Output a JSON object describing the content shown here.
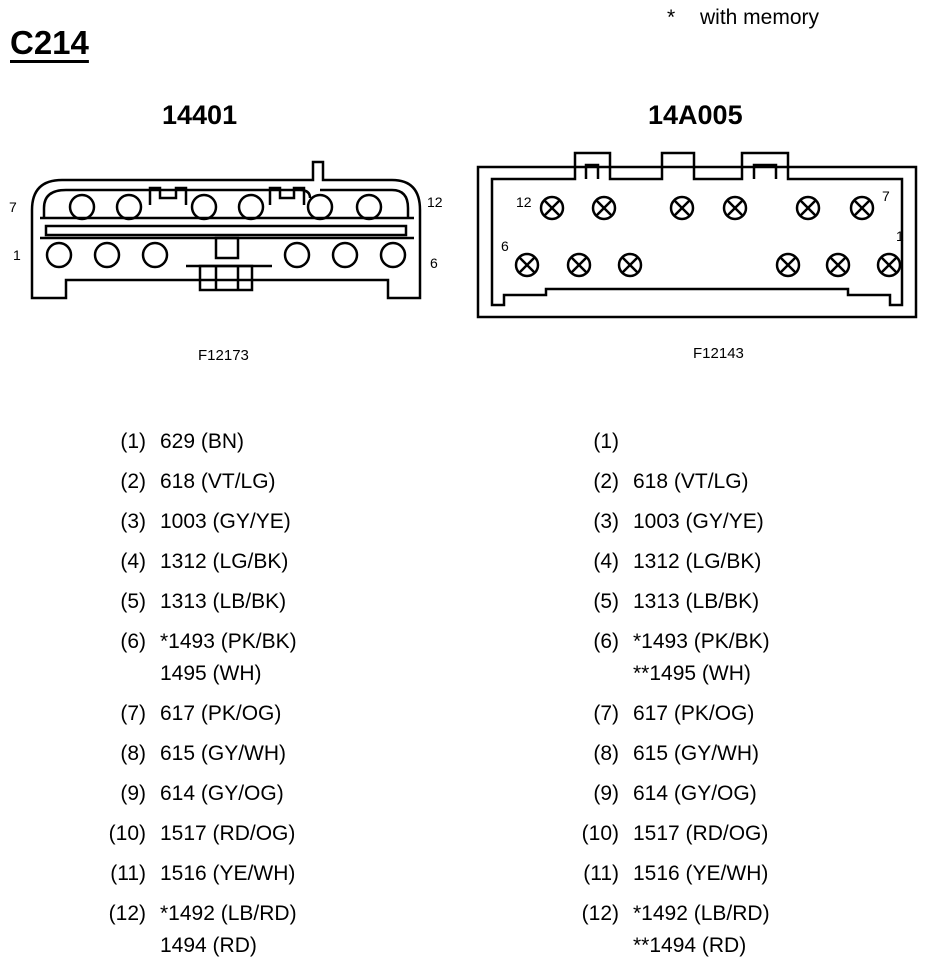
{
  "legend": {
    "symbol": "*",
    "text": "with memory"
  },
  "title": "C214",
  "connectors": {
    "left": {
      "name": "14401",
      "figure": "F12173",
      "corner_labels": {
        "top_left": "7",
        "top_right": "12",
        "bottom_left": "1",
        "bottom_right": "6"
      }
    },
    "right": {
      "name": "14A005",
      "figure": "F12143",
      "corner_labels": {
        "top_left": "12",
        "top_right": "7",
        "bottom_left": "6",
        "bottom_right": "1"
      }
    }
  },
  "pinouts": {
    "left": [
      {
        "pin": "(1)",
        "wires": [
          "629 (BN)"
        ]
      },
      {
        "pin": "(2)",
        "wires": [
          "618 (VT/LG)"
        ]
      },
      {
        "pin": "(3)",
        "wires": [
          "1003 (GY/YE)"
        ]
      },
      {
        "pin": "(4)",
        "wires": [
          "1312 (LG/BK)"
        ]
      },
      {
        "pin": "(5)",
        "wires": [
          "1313 (LB/BK)"
        ]
      },
      {
        "pin": "(6)",
        "wires": [
          "*1493 (PK/BK)",
          "1495 (WH)"
        ]
      },
      {
        "pin": "(7)",
        "wires": [
          "617 (PK/OG)"
        ]
      },
      {
        "pin": "(8)",
        "wires": [
          "615 (GY/WH)"
        ]
      },
      {
        "pin": "(9)",
        "wires": [
          "614 (GY/OG)"
        ]
      },
      {
        "pin": "(10)",
        "wires": [
          "1517 (RD/OG)"
        ]
      },
      {
        "pin": "(11)",
        "wires": [
          "1516 (YE/WH)"
        ]
      },
      {
        "pin": "(12)",
        "wires": [
          "*1492 (LB/RD)",
          "1494 (RD)"
        ]
      }
    ],
    "right": [
      {
        "pin": "(1)",
        "wires": [
          ""
        ]
      },
      {
        "pin": "(2)",
        "wires": [
          "618 (VT/LG)"
        ]
      },
      {
        "pin": "(3)",
        "wires": [
          "1003 (GY/YE)"
        ]
      },
      {
        "pin": "(4)",
        "wires": [
          "1312 (LG/BK)"
        ]
      },
      {
        "pin": "(5)",
        "wires": [
          "1313 (LB/BK)"
        ]
      },
      {
        "pin": "(6)",
        "wires": [
          "*1493 (PK/BK)",
          "**1495 (WH)"
        ]
      },
      {
        "pin": "(7)",
        "wires": [
          "617 (PK/OG)"
        ]
      },
      {
        "pin": "(8)",
        "wires": [
          "615 (GY/WH)"
        ]
      },
      {
        "pin": "(9)",
        "wires": [
          "614 (GY/OG)"
        ]
      },
      {
        "pin": "(10)",
        "wires": [
          "1517 (RD/OG)"
        ]
      },
      {
        "pin": "(11)",
        "wires": [
          "1516 (YE/WH)"
        ]
      },
      {
        "pin": "(12)",
        "wires": [
          "*1492 (LB/RD)",
          "**1494 (RD)"
        ]
      }
    ]
  }
}
